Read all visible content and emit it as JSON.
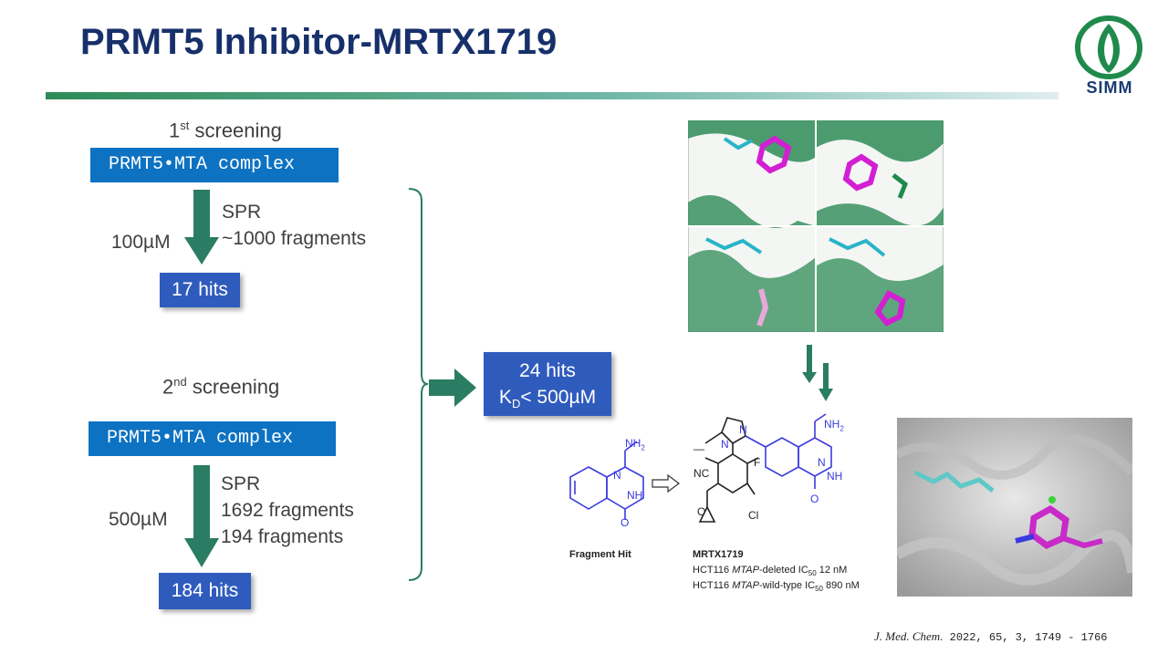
{
  "slide": {
    "title": "PRMT5 Inhibitor-MRTX1719",
    "logo_text": "SIMM"
  },
  "screening1": {
    "label_prefix": "1",
    "label_sup": "st",
    "label_suffix": " screening",
    "complex": "PRMT5•MTA complex",
    "concentration": "100µM",
    "method": "SPR",
    "fragments": "~1000 fragments",
    "hits": "17 hits"
  },
  "screening2": {
    "label_prefix": "2",
    "label_sup": "nd",
    "label_suffix": " screening",
    "complex": "PRMT5•MTA complex",
    "concentration": "500µM",
    "method": "SPR",
    "fragments_a": "1692 fragments",
    "fragments_b": "194 fragments",
    "hits": "184 hits"
  },
  "combined": {
    "hits": "24 hits",
    "kd_prefix": "K",
    "kd_sub": "D",
    "kd_suffix": "< 500µM"
  },
  "structures": {
    "fragment_label": "Fragment Hit",
    "compound_name": "MRTX1719",
    "line1_prefix": "HCT116 ",
    "line1_italic": "MTAP",
    "line1_mid": "-deleted IC",
    "line1_sub": "50",
    "line1_value": " 12 nM",
    "line2_prefix": "HCT116 ",
    "line2_italic": "MTAP",
    "line2_mid": "-wild-type IC",
    "line2_sub": "50",
    "line2_value": " 890 nM",
    "atom_nh2": "NH",
    "atom_nh2_sub": "2",
    "atom_n": "N",
    "atom_nh": "NH",
    "atom_o": "O",
    "atom_nc": "NC",
    "atom_f": "F",
    "atom_cl": "Cl",
    "atom_me": "—"
  },
  "citation": {
    "journal": "J. Med. Chem.",
    "details": " 2022, 65, 3, 1749 - 1766"
  },
  "colors": {
    "title": "#17306b",
    "bar_blue": "#0d72c2",
    "hits_blue": "#2f5bbd",
    "arrow_green": "#2a7d62",
    "protein_green": "#1f8a4c",
    "ligand_magenta": "#c82bc8",
    "structure_blue": "#3a3ae0"
  }
}
